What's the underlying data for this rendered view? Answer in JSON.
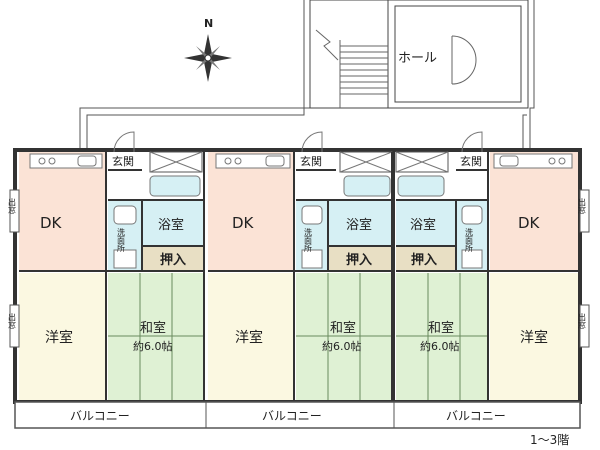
{
  "compass": {
    "north": "N"
  },
  "hall": {
    "label": "ホール"
  },
  "units": [
    {
      "genkan": "玄関",
      "dk": "DK",
      "bath": "浴室",
      "washroom": "洗面所",
      "closet": "押入",
      "western": "洋室",
      "japanese": "和室",
      "japanese_size": "約6.0帖",
      "balcony": "バルコニー",
      "window": "出窓"
    },
    {
      "genkan": "玄関",
      "dk": "DK",
      "bath": "浴室",
      "washroom": "洗面所",
      "closet": "押入",
      "western": "洋室",
      "japanese": "和室",
      "japanese_size": "約6.0帖",
      "balcony": "バルコニー"
    },
    {
      "genkan": "玄関",
      "dk": "DK",
      "bath": "浴室",
      "washroom": "洗面所",
      "closet": "押入",
      "western": "洋室",
      "japanese": "和室",
      "japanese_size": "約6.0帖",
      "balcony": "バルコニー",
      "window": "出窓"
    }
  ],
  "floors": "1～3階",
  "colors": {
    "dk": "#fbe3d6",
    "western": "#fbf8e1",
    "japanese": "#dff1d4",
    "bath": "#d6f0f4",
    "closet": "#e8dfc4",
    "wall": "#333333"
  }
}
